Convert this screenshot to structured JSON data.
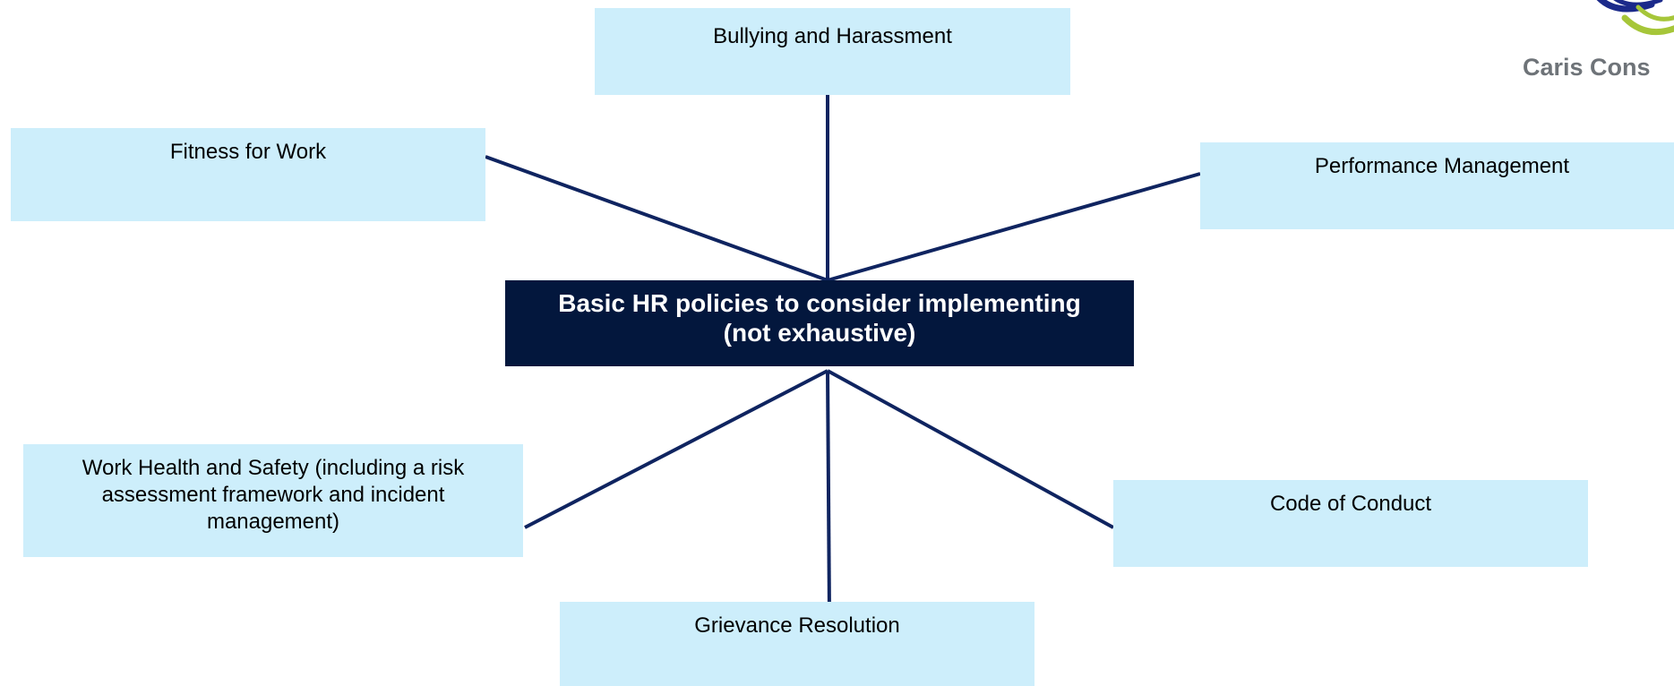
{
  "diagram": {
    "center": {
      "line1": "Basic HR policies to consider implementing",
      "line2": "(not exhaustive)"
    },
    "nodes": {
      "bullying": "Bullying and Harassment",
      "fitness": "Fitness for Work",
      "performance": "Performance Management",
      "whs": "Work Health and Safety (including a risk assessment framework and incident management)",
      "conduct": "Code of Conduct",
      "grievance": "Grievance Resolution"
    }
  },
  "logo": {
    "text": "Caris Cons"
  },
  "colors": {
    "node_fill": "#cdeefb",
    "center_fill": "#03173d",
    "connector": "#0f2460",
    "logo_blue": "#1b2a8a",
    "logo_green": "#a6c639"
  }
}
